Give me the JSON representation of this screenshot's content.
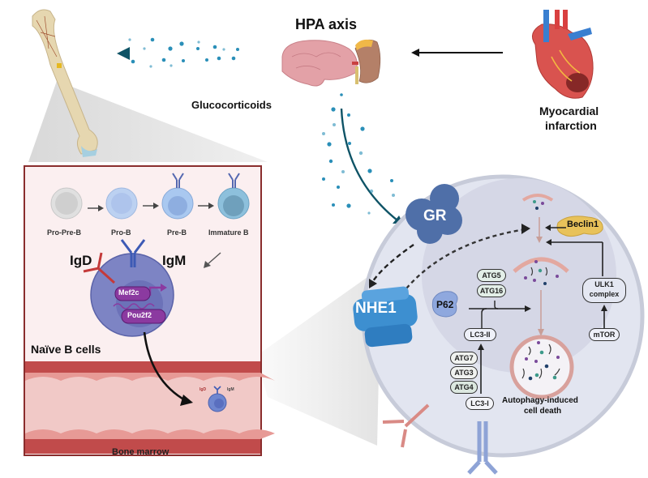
{
  "title_top": "HPA axis",
  "labels": {
    "glucocorticoids": "Glucocorticoids",
    "mi_line1": "Myocardial",
    "mi_line2": "infarction",
    "bone_marrow": "Bone marrow",
    "naive_b": "Naïve B cells",
    "igd": "IgD",
    "igm": "IgM",
    "igd_small": "IgD",
    "igm_small": "IgM",
    "gr": "GR",
    "nhe1": "NHE1",
    "p62": "P62",
    "beclin1": "Beclin1",
    "death_line1": "Autophagy-induced",
    "death_line2": "cell death"
  },
  "b_cell_stages": [
    "Pro-Pre-B",
    "Pro-B",
    "Pre-B",
    "Immature B"
  ],
  "transcription_factors": [
    "Mef2c",
    "Pou2f2"
  ],
  "proteins": {
    "atg5": "ATG5",
    "atg16": "ATG16",
    "lc3ii": "LC3-II",
    "lc3i": "LC3-I",
    "atg7": "ATG7",
    "atg3": "ATG3",
    "atg4": "ATG4",
    "ulk1_line1": "ULK1",
    "ulk1_line2": "complex",
    "mtor": "mTOR"
  },
  "colors": {
    "glucocorticoid_dot": "#2a8fb8",
    "arrow_teal": "#0e5366",
    "gr_blue": "#4f6fa8",
    "nhe1_blue": "#3d8fd0",
    "panel_border": "#8a2d2d",
    "panel_bg": "#fbeff0",
    "vessel": "#e8a3a0",
    "cell_bg": "#dfe3ef",
    "nucleus": "#d4d7e6",
    "tf_purple": "#7a3fa0",
    "beclin_yellow": "#e8c25a"
  }
}
